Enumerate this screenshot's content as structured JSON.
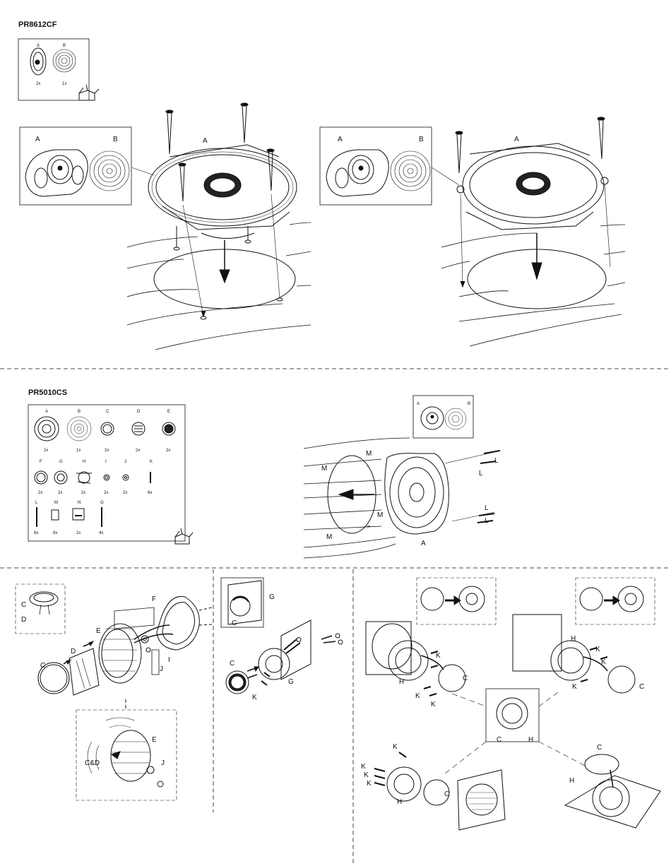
{
  "header": {
    "model_top": "PR8612CF",
    "model_bottom": "PR5010CS"
  },
  "parts_top": {
    "letters": [
      "A",
      "B"
    ],
    "quantities": [
      "2x",
      "1x"
    ]
  },
  "parts_bottom": {
    "items": [
      {
        "letter": "A",
        "qty": "2x"
      },
      {
        "letter": "B",
        "qty": "1x"
      },
      {
        "letter": "C",
        "qty": "2x"
      },
      {
        "letter": "D",
        "qty": "2x"
      },
      {
        "letter": "E",
        "qty": "2x"
      },
      {
        "letter": "F",
        "qty": "2x"
      },
      {
        "letter": "G",
        "qty": "2x"
      },
      {
        "letter": "H",
        "qty": "2x"
      },
      {
        "letter": "I",
        "qty": "2x"
      },
      {
        "letter": "J",
        "qty": "2x"
      },
      {
        "letter": "K",
        "qty": "6x"
      },
      {
        "letter": "L",
        "qty": "8x"
      },
      {
        "letter": "M",
        "qty": "8x"
      },
      {
        "letter": "N",
        "qty": "2x"
      },
      {
        "letter": "O",
        "qty": "4x"
      }
    ]
  },
  "labels": {
    "A": "A",
    "B": "B",
    "C": "C",
    "D": "D",
    "E": "E",
    "F": "F",
    "G": "G",
    "H": "H",
    "I": "I",
    "J": "J",
    "K": "K",
    "L": "L",
    "M": "M",
    "CD": "C&D"
  }
}
